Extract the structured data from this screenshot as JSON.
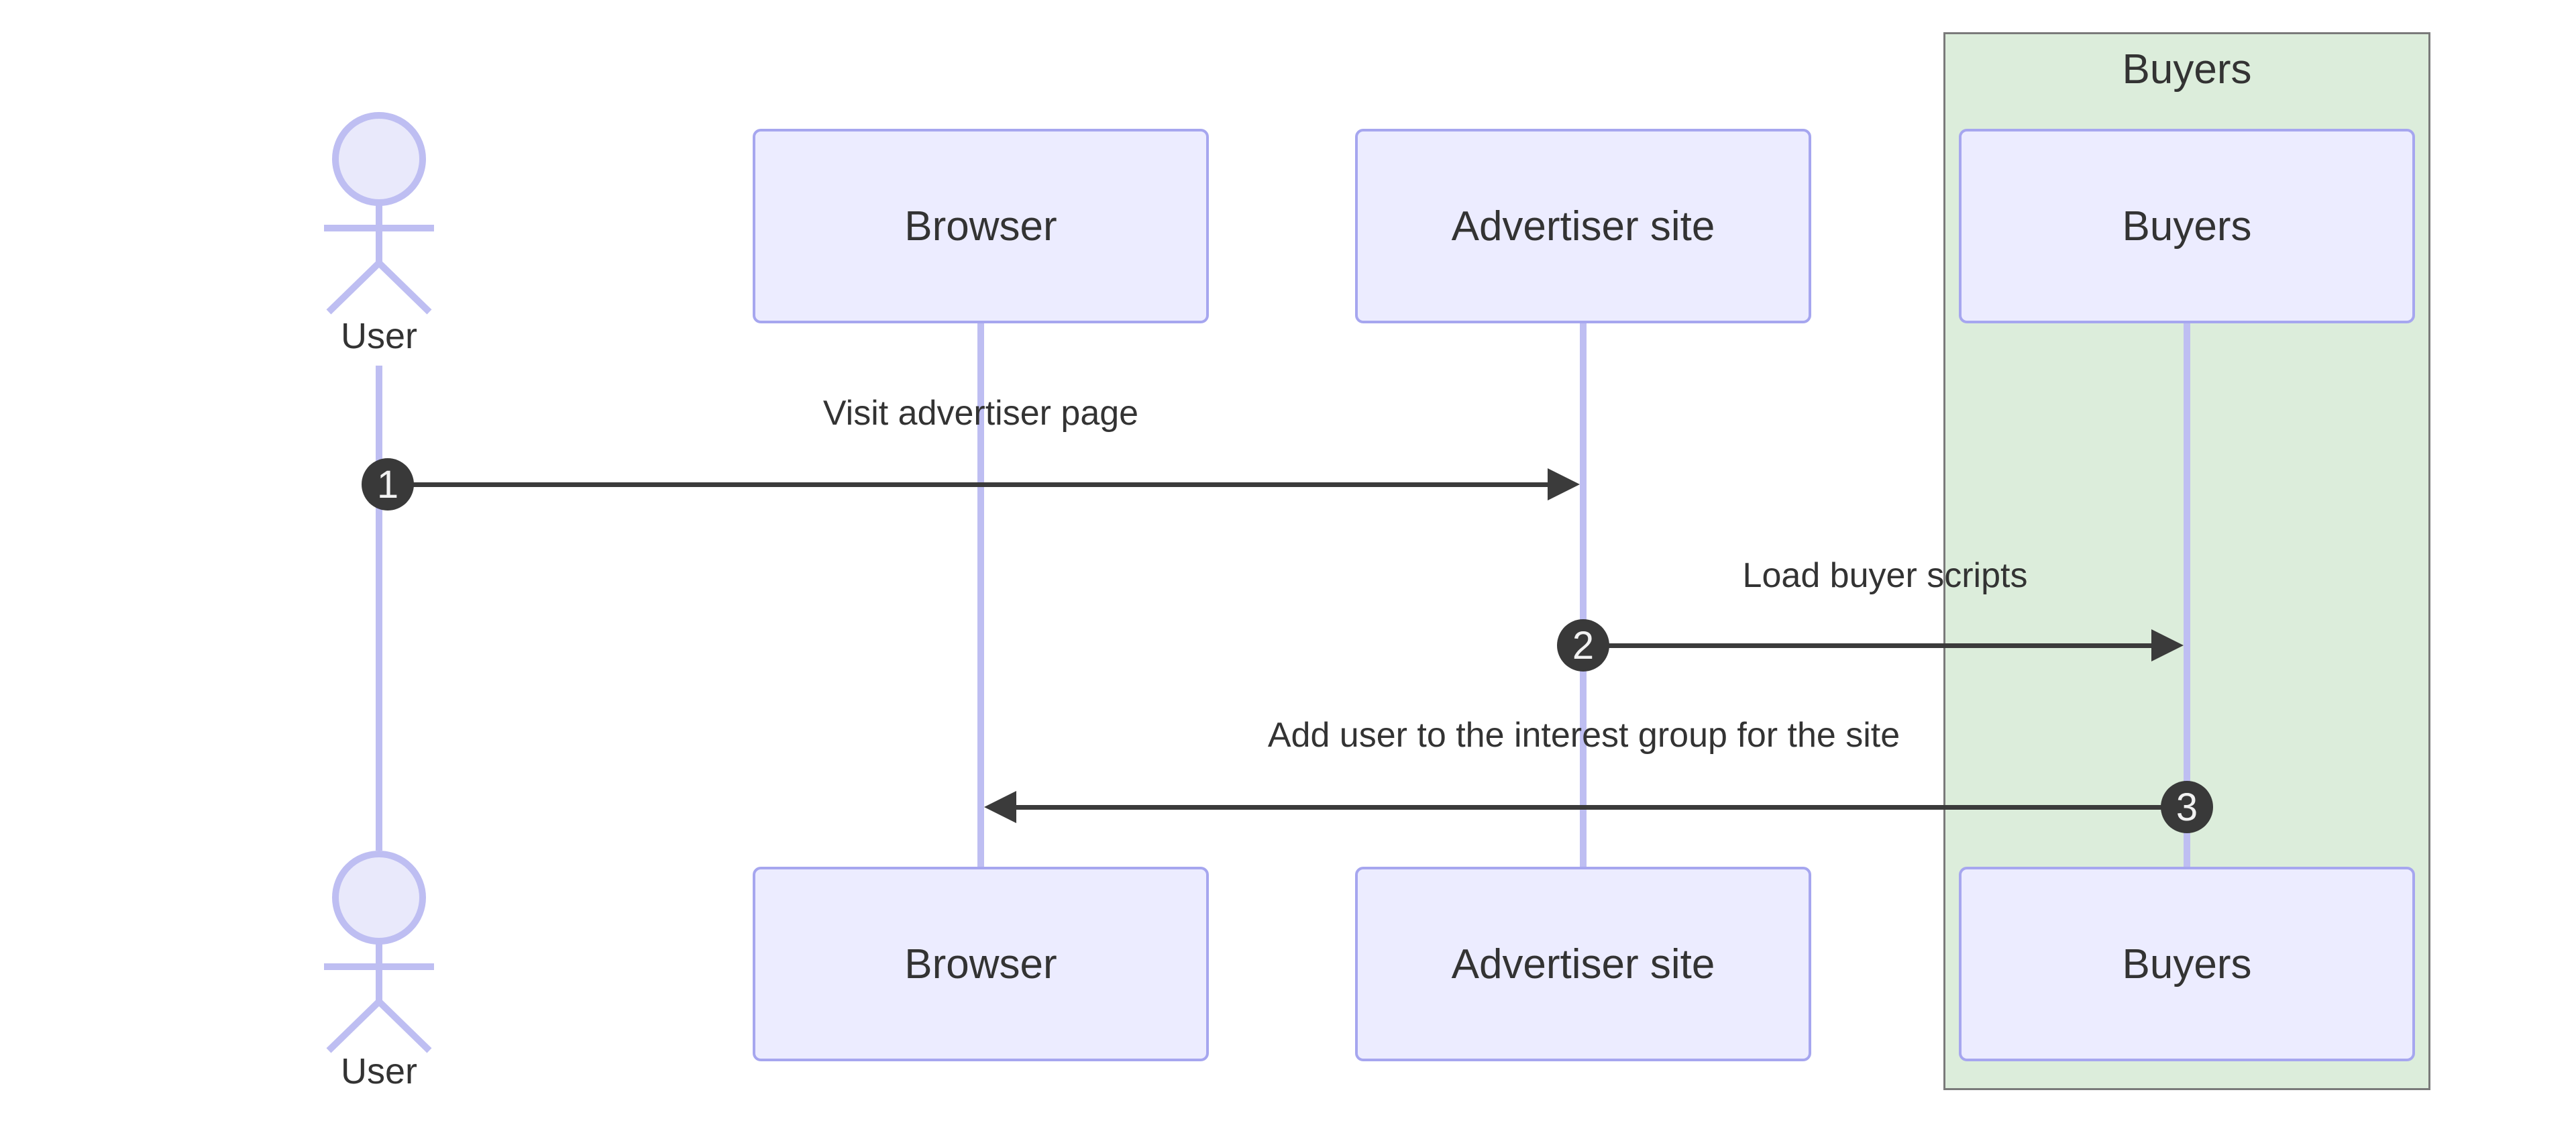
{
  "diagram_type": "sequence-diagram",
  "actor": {
    "label": "User"
  },
  "participants": [
    {
      "id": "browser",
      "label": "Browser"
    },
    {
      "id": "advertiser",
      "label": "Advertiser site"
    },
    {
      "id": "buyers",
      "label": "Buyers"
    }
  ],
  "group": {
    "label": "Buyers"
  },
  "messages": [
    {
      "seq": "1",
      "label": "Visit advertiser page",
      "from": "User",
      "to": "Advertiser site",
      "direction": "right"
    },
    {
      "seq": "2",
      "label": "Load buyer scripts",
      "from": "Advertiser site",
      "to": "Buyers",
      "direction": "right"
    },
    {
      "seq": "3",
      "label": "Add user to the interest group for the site",
      "from": "Buyers",
      "to": "Browser",
      "direction": "left"
    }
  ],
  "colors": {
    "participant_fill": "#ECECFF",
    "participant_border": "#A6A6EF",
    "lifeline": "#BEBEF2",
    "group_fill": "#DCEDDB",
    "group_border": "#7A7A7A",
    "arrow": "#3B3B3B",
    "sequence_number_fill": "#393939",
    "sequence_number_text": "#F2F2F2",
    "text": "#333333",
    "background": "#FFFFFF"
  }
}
